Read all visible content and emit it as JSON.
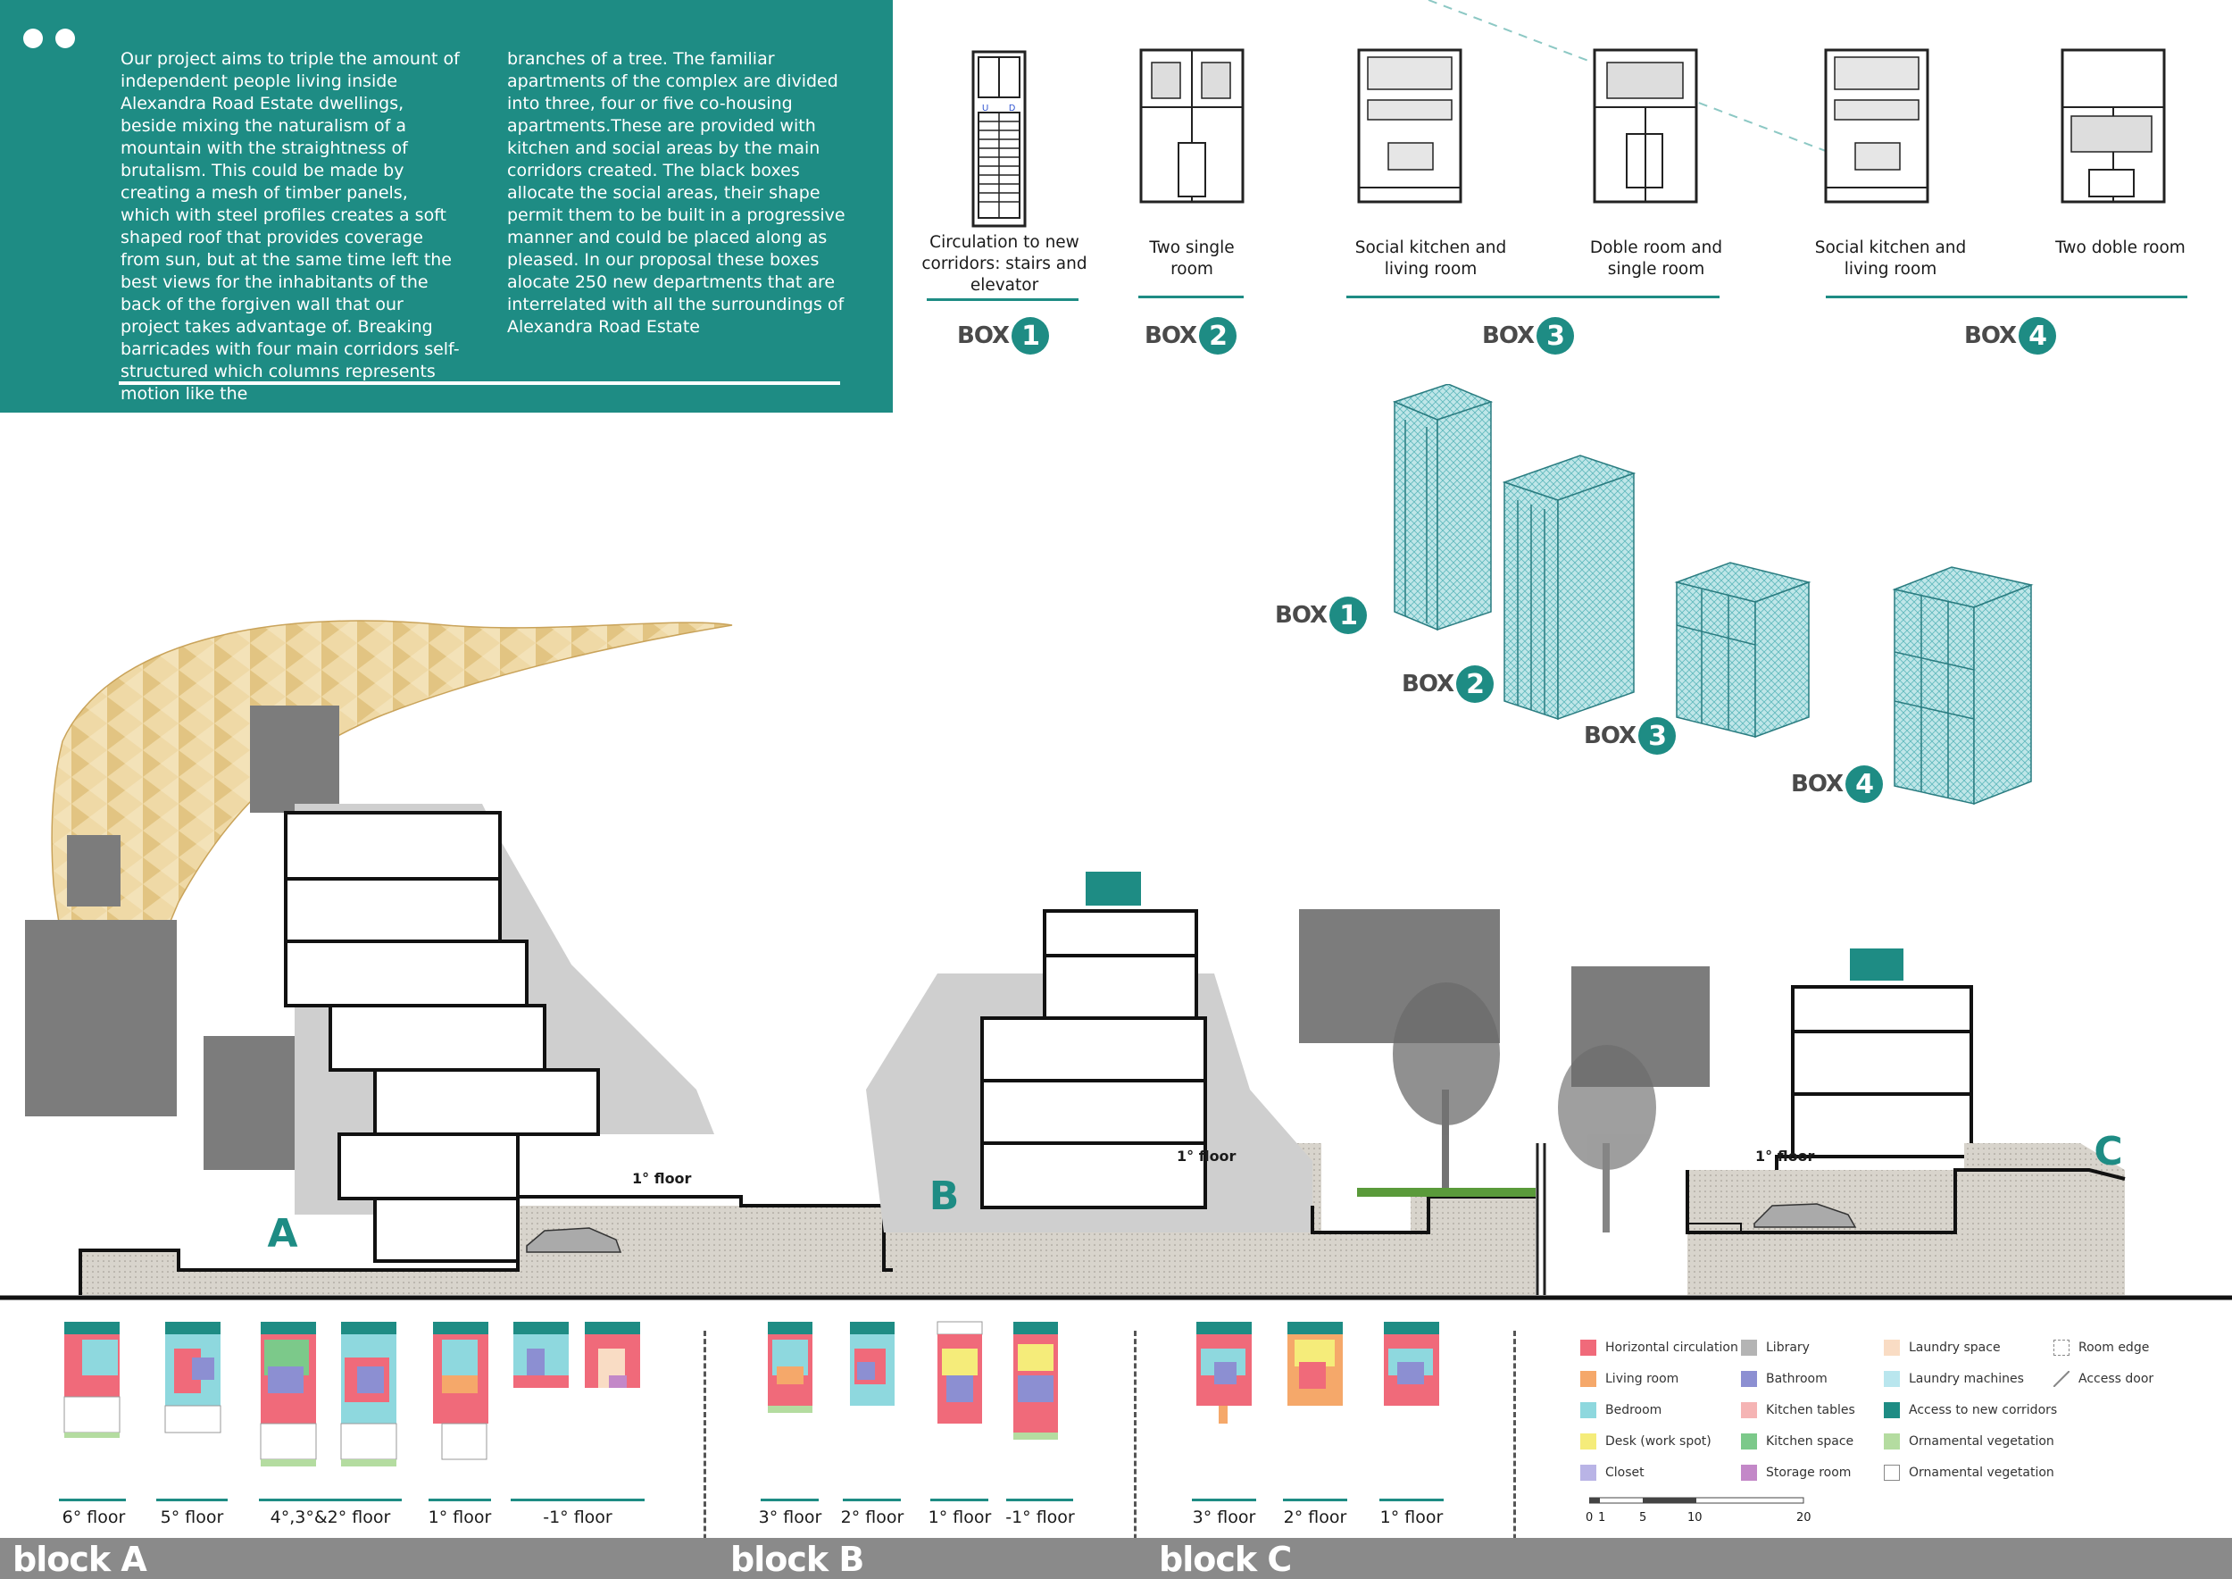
{
  "intro": {
    "col1": "Our project aims to triple the amount of independent people living inside Alexandra Road Estate dwellings, beside mixing the naturalism of a mountain with the straightness of brutalism. This could be made by creating a mesh of timber panels, which with steel profiles creates a soft shaped roof that provides coverage from sun, but at the same time left the best views for the inhabitants of the back of the forgiven wall that our project takes advantage of. Breaking barricades with four main corridors self-structured which columns represents motion like the",
    "col2": "branches of a tree. The familiar apartments of the complex are divided into three, four or five co-housing apartments.These are provided with kitchen and social areas by the main corridors created. The black boxes allocate the social areas, their shape permit them to be built in a progressive manner and could be placed along as pleased. In our proposal these boxes alocate 250 new departments that are interrelated with all the surroundings of Alexandra Road Estate"
  },
  "boxes": {
    "word": "BOX",
    "captions": {
      "box1": "Circulation to new corridors: stairs and elevator",
      "box2": "Two single room",
      "box3a": "Social kitchen and living room",
      "box3b": "Doble room and single room",
      "box4a": "Social kitchen and living room",
      "box4b": "Two doble room"
    },
    "numbers": [
      "1",
      "2",
      "3",
      "4"
    ],
    "stair_marks": {
      "up": "U",
      "down": "D"
    }
  },
  "section": {
    "block_marks": [
      "A",
      "B",
      "C"
    ],
    "floor_marks": {
      "a": "1° floor",
      "b": "1° floor",
      "c": "1° floor"
    }
  },
  "floors": {
    "a": [
      "6° floor",
      "5° floor",
      "4°,3°&2° floor",
      "1° floor",
      "-1° floor"
    ],
    "b": [
      "3° floor",
      "2° floor",
      "1° floor",
      "-1° floor"
    ],
    "c": [
      "3° floor",
      "2° floor",
      "1° floor"
    ]
  },
  "legend": {
    "col1": [
      {
        "label": "Horizontal circulation",
        "color": "#f06a7a"
      },
      {
        "label": "Living room",
        "color": "#f5a86a"
      },
      {
        "label": "Bedroom",
        "color": "#8ed8de"
      },
      {
        "label": "Desk (work spot)",
        "color": "#f5ec7a"
      },
      {
        "label": "Closet",
        "color": "#b9b4e6"
      }
    ],
    "col2": [
      {
        "label": "Library",
        "color": "#b4b4b4"
      },
      {
        "label": "Bathroom",
        "color": "#8c8fd2"
      },
      {
        "label": "Kitchen tables",
        "color": "#f5b4b4"
      },
      {
        "label": "Kitchen space",
        "color": "#7cc98a"
      },
      {
        "label": "Storage room",
        "color": "#c388c8"
      }
    ],
    "col3": [
      {
        "label": "Laundry space",
        "color": "#f9dcc4"
      },
      {
        "label": "Laundry machines",
        "color": "#b9e6ee"
      },
      {
        "label": "Access to new corridors",
        "color": "#1e8c84"
      },
      {
        "label": "Ornamental vegetation",
        "color": "#b4dca0"
      },
      {
        "label": "Ornamental vegetation",
        "color": "#ffffff"
      }
    ],
    "col4": [
      {
        "label": "Room edge"
      },
      {
        "label": "Access door"
      }
    ],
    "scale": [
      "0",
      "1",
      "5",
      "10",
      "20"
    ]
  },
  "blocks": [
    "block A",
    "block B",
    "block C"
  ],
  "colors": {
    "teal": "#1e8c84",
    "wood": "#e8c98a",
    "concrete": "#c9c9c9",
    "dark": "#222222",
    "grey_band": "#8a8a8a"
  }
}
